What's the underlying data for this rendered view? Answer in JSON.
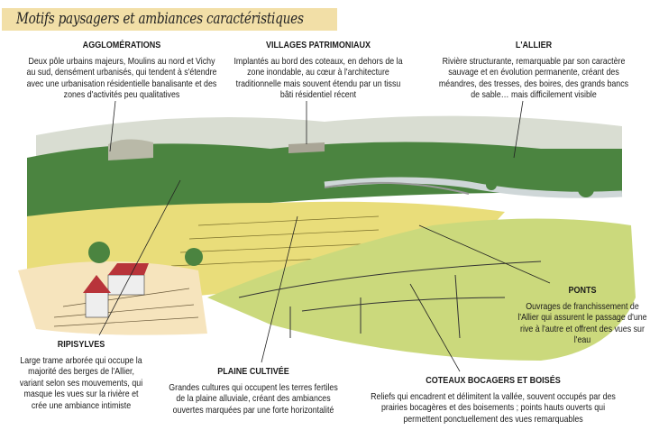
{
  "title": "Motifs paysagers et ambiances caractéristiques",
  "labels": {
    "agglomerations": {
      "heading": "AGGLOMÉRATIONS",
      "text": "Deux pôle urbains majeurs, Moulins au nord et Vichy au sud, densément urbanisés, qui tendent à s'étendre avec une urbanisation résidentielle banalisante et des zones d'activités peu qualitatives"
    },
    "villages": {
      "heading": "VILLAGES PATRIMONIAUX",
      "text": "Implantés au bord des coteaux, en dehors de la zone inondable, au cœur à l'architecture traditionnelle mais souvent étendu par un tissu bâti résidentiel récent"
    },
    "allier": {
      "heading": "L'ALLIER",
      "text": "Rivière structurante, remarquable par son caractère sauvage et en évolution permanente, créant des méandres, des tresses, des boires, des grands bancs de sable… mais difficilement visible"
    },
    "ponts": {
      "heading": "PONTS",
      "text": "Ouvrages de franchissement de l'Allier qui assurent le passage d'une rive à l'autre et offrent des vues sur l'eau"
    },
    "ripisylves": {
      "heading": "RIPISYLVES",
      "text": "Large trame arborée qui occupe la majorité des berges de l'Allier, variant selon ses mouvements, qui masque les vues sur la rivière et crée une ambiance intimiste"
    },
    "plaine": {
      "heading": "PLAINE CULTIVÉE",
      "text": "Grandes cultures qui occupent les terres fertiles de la plaine alluviale, créant des ambiances ouvertes marquées par une forte horizontalité"
    },
    "coteaux": {
      "heading": "COTEAUX BOCAGERS ET BOISÉS",
      "text": "Reliefs qui encadrent et délimitent la vallée, souvent occupés par des prairies bocagères et des boisements ; points hauts ouverts qui permettent ponctuellement des vues remarquables"
    }
  },
  "colors": {
    "banner": "#f2dfa7",
    "forest": "#3f7a3a",
    "meadow": "#cbd97c",
    "field": "#f0e07a",
    "pale_field": "#f6e4bd",
    "roof": "#b8343a"
  }
}
